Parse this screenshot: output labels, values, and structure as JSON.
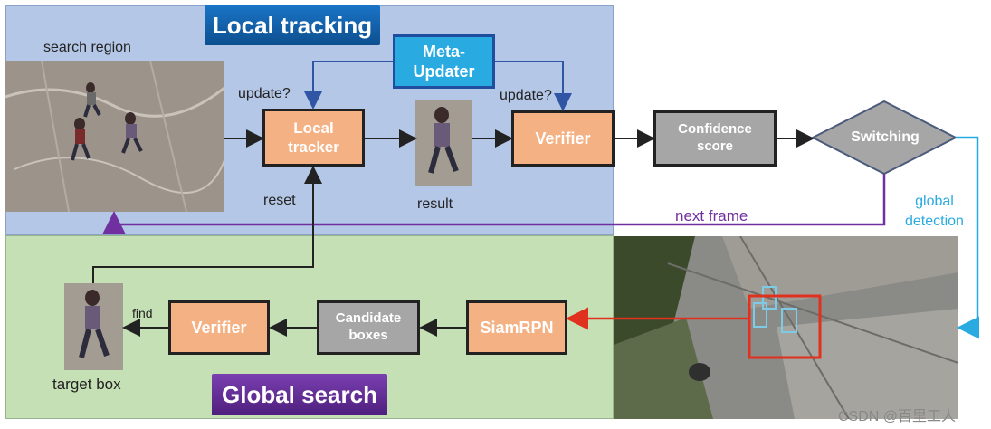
{
  "local_panel": {
    "title": "Local tracking",
    "title_color": "#0f5a99"
  },
  "global_panel": {
    "title": "Global search",
    "title_color": "#5b2a86"
  },
  "labels": {
    "search_region": "search region",
    "update_left": "update?",
    "update_right": "update?",
    "reset": "reset",
    "result": "result",
    "next_frame": "next frame",
    "global_detection": "global\ndetection",
    "find": "find",
    "target_box": "target box"
  },
  "boxes": {
    "meta_updater": "Meta-\nUpdater",
    "local_tracker": "Local\ntracker",
    "verifier_top": "Verifier",
    "confidence_score": "Confidence\nscore",
    "switching": "Switching",
    "siamrpn": "SiamRPN",
    "candidate_boxes": "Candidate\nboxes",
    "verifier_bottom": "Verifier"
  },
  "watermark": "CSDN @百里工人",
  "colors": {
    "local_bg": "#b4c7e7",
    "global_bg": "#c5e0b4",
    "orange_box": "#f4b183",
    "gray_box": "#a6a6a6",
    "meta_box": "#29abe2",
    "next_frame_arrow": "#7030a0",
    "global_detection_arrow": "#29abe2",
    "siamrpn_arrow": "#e0301e"
  }
}
